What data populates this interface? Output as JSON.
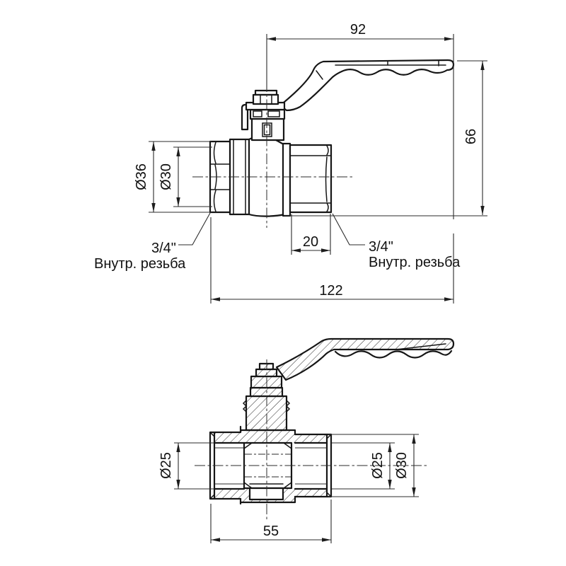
{
  "page": {
    "background": "#ffffff",
    "line_color": "#161616",
    "description": "Technical dimensional drawing of a brass ball valve with lever handle, two projections"
  },
  "top_view": {
    "dim_92": "92",
    "dim_66": "66",
    "dim_d36": "Ø36",
    "dim_d30": "Ø30",
    "dim_20": "20",
    "dim_122": "122",
    "thread_left": {
      "size": "3/4\"",
      "type": "Внутр. резьба"
    },
    "thread_right": {
      "size": "3/4\"",
      "type": "Внутр. резьба"
    }
  },
  "section_view": {
    "dim_d25_left": "Ø25",
    "dim_d25_right": "Ø25",
    "dim_d30_right": "Ø30",
    "dim_55": "55"
  }
}
